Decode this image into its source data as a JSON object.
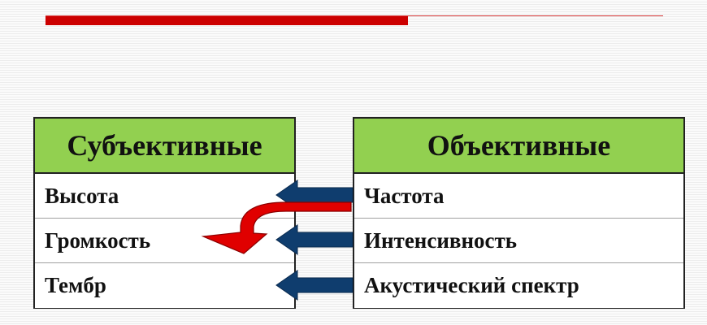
{
  "colors": {
    "accent_red": "#cc0000",
    "header_green": "#92d050",
    "arrow_navy": "#0f3d6e",
    "border": "#222222"
  },
  "left_table": {
    "header": "Субъективные",
    "rows": [
      "Высота",
      "Громкость",
      "Тембр"
    ]
  },
  "right_table": {
    "header": "Объективные",
    "rows": [
      "Частота",
      "Интенсивность",
      "Акустический спектр"
    ]
  },
  "arrows": [
    {
      "from": "Частота",
      "to": "Высота",
      "color": "navy"
    },
    {
      "from": "Интенсивность",
      "to": "Громкость",
      "color": "navy"
    },
    {
      "from": "Акустический спектр",
      "to": "Тембр",
      "color": "navy"
    },
    {
      "from": "Частота",
      "to": "Громкость",
      "color": "red",
      "style": "curved"
    }
  ]
}
